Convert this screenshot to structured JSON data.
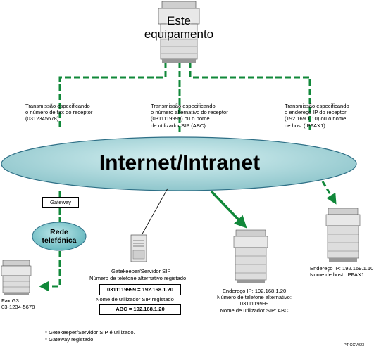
{
  "device_title": "Este\nequipamento",
  "network_label": "Internet/Intranet",
  "phone_network_label": "Rede\ntelefónica",
  "gateway_label": "Gateway",
  "transmissions": [
    "Transmissão especificando\no número de fax do receptor\n(0312345678).",
    "Transmissão especificando\no número alternativo do receptor\n(0311119999) ou o nome\nde utilizador SIP (ABC).",
    "Transmissão especificando\no endereço IP do receptor\n(192.169.1.10) ou o nome\nde host (IPFAX1)."
  ],
  "sip_server": {
    "title": "Gatekeeper/Servidor SIP",
    "alt_number_label": "Número de telefone alternativo registado",
    "alt_number_mapping": "0311119999 = 192.168.1.20",
    "sip_user_label": "Nome de utilizador SIP registado",
    "sip_user_mapping": "ABC = 192.168.1.20"
  },
  "fax_g3": "Fax G3\n03-1234-5678",
  "receiver_middle": "Endereço IP: 192.168.1.20\nNúmero de telefone alternativo:\n0311119999\nNome de utilizador SIP: ABC",
  "receiver_right": "Endereço IP: 192.169.1.10\nNome de host: IPFAX1",
  "footnotes": [
    "* Getekeeper/Servidor SIP é utilizado.",
    "* Gateway registado."
  ],
  "figure_code": "PT CCV023",
  "colors": {
    "green": "#11883a",
    "ellipse": "#a7d4d6",
    "ellipse_stroke": "#2e6f86",
    "phone_ellipse": "#8fd0d4"
  }
}
